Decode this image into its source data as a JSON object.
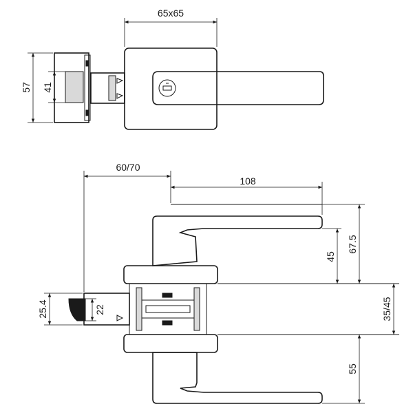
{
  "drawing": {
    "top_view": {
      "rose_size": "65x65",
      "latch_face_outer": "57",
      "latch_face_inner": "41"
    },
    "side_view": {
      "backset": "60/70",
      "lever_length": "108",
      "lever_height_to_door": "67.5",
      "rose_to_lever": "45",
      "door_thickness": "35/45",
      "lower_lever_height": "55",
      "latch_outer": "25.4",
      "latch_inner": "22"
    }
  }
}
